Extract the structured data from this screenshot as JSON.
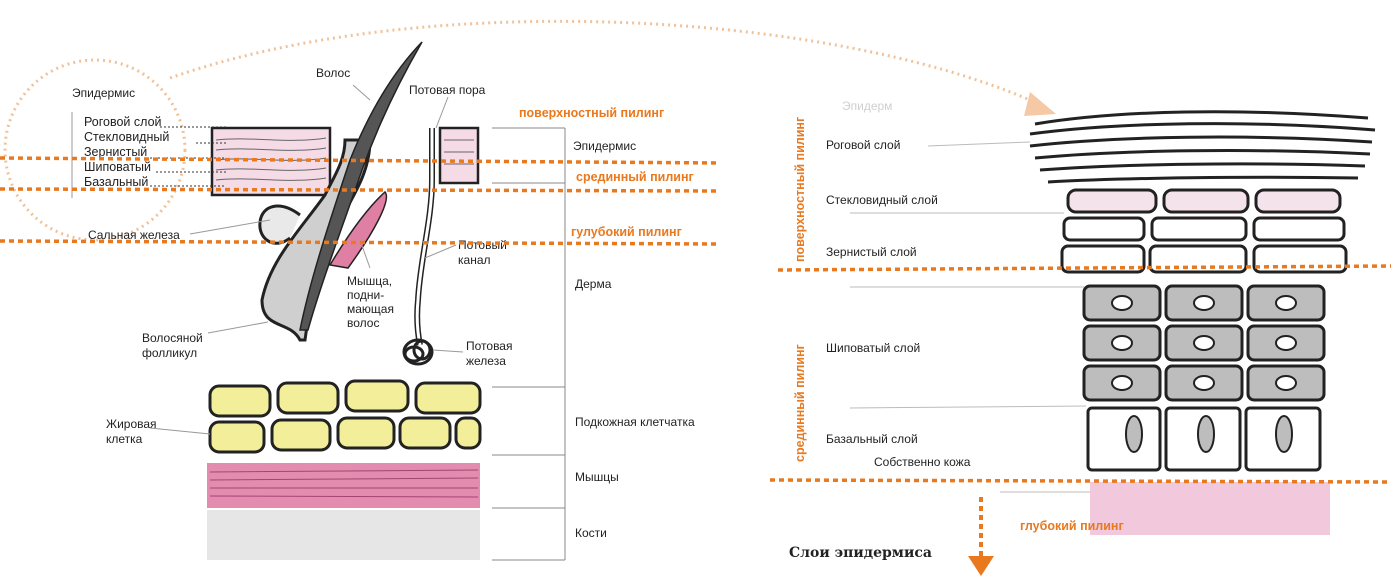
{
  "colors": {
    "accent_orange": "#e8791e",
    "skin_pink": "#f3d3e2",
    "muscle_pink": "#e48bb0",
    "fat_yellow": "#f2ee9a",
    "bone_gray": "#e6e6e6",
    "cell_gray": "#b9b9b9"
  },
  "left": {
    "zoom_labels": {
      "epidermis": "Эпидермис",
      "corneum": "Роговой слой",
      "lucidum": "Стекловидный",
      "granulosum": "Зернистый",
      "spinosum": "Шиповатый",
      "basale": "Базальный"
    },
    "structures": {
      "hair": "Волос",
      "sweat_pore": "Потовая пора",
      "sebaceous_gland": "Сальная железа",
      "sweat_duct_1": "Потовый",
      "sweat_duct_2": "канал",
      "muscle_1": "Мышца,",
      "muscle_2": "подни-",
      "muscle_3": "мающая",
      "muscle_4": "волос",
      "follicle_1": "Волосяной",
      "follicle_2": "фолликул",
      "sweat_gland_1": "Потовая",
      "sweat_gland_2": "железа",
      "fat_cell_1": "Жировая",
      "fat_cell_2": "клетка"
    },
    "layers": {
      "epidermis": "Эпидермис",
      "dermis": "Дерма",
      "subcutis": "Подкожная клетчатка",
      "muscles": "Мышцы",
      "bones": "Кости"
    },
    "peelings": {
      "surface": "поверхностный пилинг",
      "medium": "срединный пилинг",
      "deep": "гулубокий пилинг"
    }
  },
  "right": {
    "faded_label": "Эпидерм",
    "layers": {
      "corneum": "Роговой слой",
      "lucidum": "Стекловидный слой",
      "granulosum": "Зернистый слой",
      "spinosum": "Шиповатый слой",
      "basale": "Базальный слой",
      "dermis_proper": "Собственно кожа"
    },
    "peelings": {
      "surface": "поверхностный пилинг",
      "medium": "срединный пилинг",
      "deep": "глубокий пилинг"
    },
    "caption": "Слои эпидермиса"
  }
}
